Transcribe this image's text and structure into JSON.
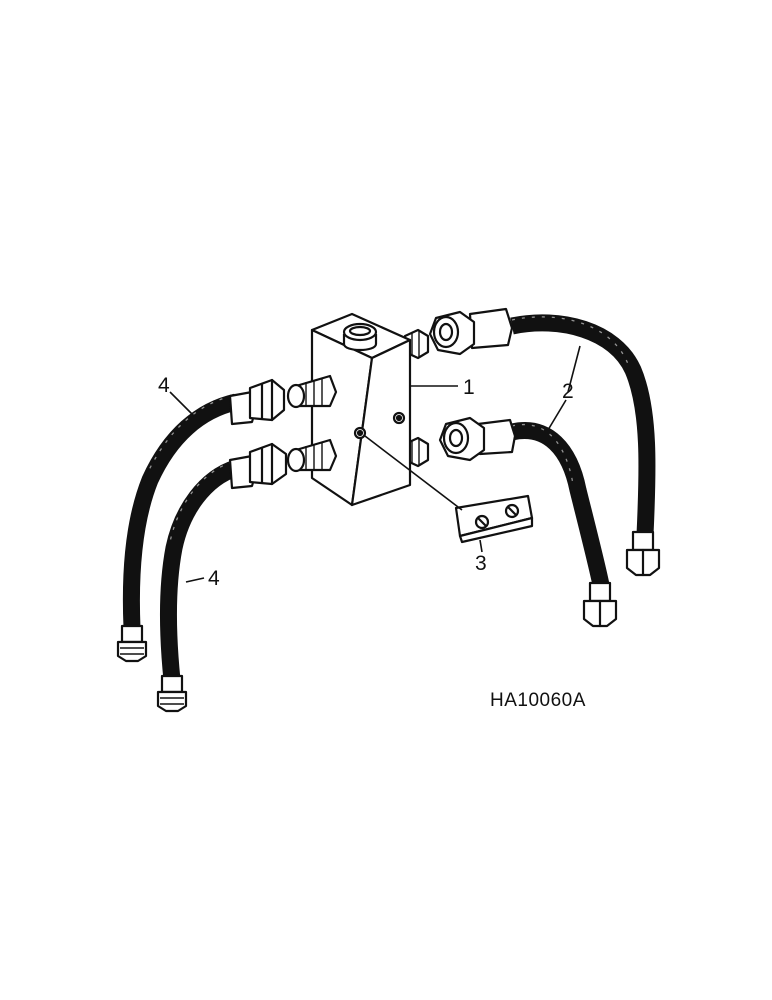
{
  "diagram": {
    "drawing_number": "HA10060A",
    "callouts": [
      {
        "id": "1",
        "text": "1"
      },
      {
        "id": "2",
        "text": "2"
      },
      {
        "id": "3",
        "text": "3"
      },
      {
        "id": "4a",
        "text": "4"
      },
      {
        "id": "4b",
        "text": "4"
      }
    ]
  }
}
